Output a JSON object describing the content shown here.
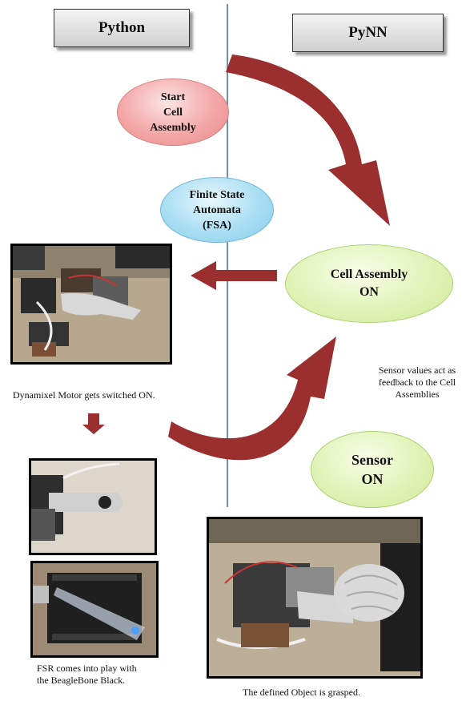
{
  "headers": {
    "left": "Python",
    "right": "PyNN"
  },
  "nodes": {
    "start": "Start\nCell\nAssembly",
    "fsa": "Finite State\nAutomata\n(FSA)",
    "cell_assembly": "Cell Assembly\nON",
    "sensor": "Sensor\nON"
  },
  "captions": {
    "dynamixel": "Dynamixel Motor gets switched ON.",
    "feedback": "Sensor values act as\nfeedback to the Cell\nAssemblies",
    "fsr": "FSR comes into play with\nthe BeagleBone Black.",
    "grasped": "The defined Object is grasped."
  },
  "colors": {
    "arrow": "#9b2f2f",
    "divider": "#6e8fb3",
    "pink_node": "#f4a7a7",
    "blue_node": "#a9def3",
    "green_node": "#e0f3b7"
  },
  "photos": [
    "robot-hand-photo",
    "fsr-finger-photo",
    "beaglebone-photo",
    "grasp-object-photo"
  ]
}
